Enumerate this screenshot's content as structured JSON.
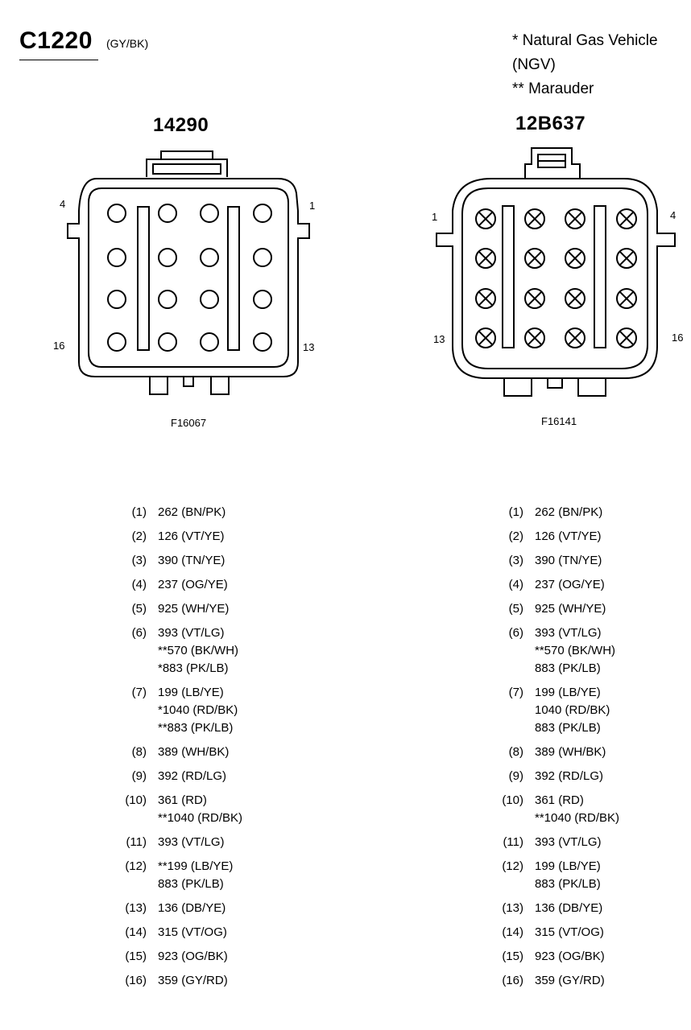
{
  "header": {
    "title": "C1220",
    "subtitle": "(GY/BK)",
    "notes": [
      "* Natural Gas Vehicle",
      "(NGV)",
      "** Marauder"
    ]
  },
  "left": {
    "part_number": "14290",
    "figure_id": "F16067",
    "pin_labels": {
      "top_left": "4",
      "top_right": "1",
      "bottom_left": "16",
      "bottom_right": "13"
    },
    "wires": [
      {
        "pin": "(1)",
        "lines": [
          "262 (BN/PK)"
        ]
      },
      {
        "pin": "(2)",
        "lines": [
          "126 (VT/YE)"
        ]
      },
      {
        "pin": "(3)",
        "lines": [
          "390 (TN/YE)"
        ]
      },
      {
        "pin": "(4)",
        "lines": [
          "237 (OG/YE)"
        ]
      },
      {
        "pin": "(5)",
        "lines": [
          "925 (WH/YE)"
        ]
      },
      {
        "pin": "(6)",
        "lines": [
          "393 (VT/LG)",
          "**570 (BK/WH)",
          "*883 (PK/LB)"
        ]
      },
      {
        "pin": "(7)",
        "lines": [
          "199 (LB/YE)",
          "*1040 (RD/BK)",
          "**883 (PK/LB)"
        ]
      },
      {
        "pin": "(8)",
        "lines": [
          "389 (WH/BK)"
        ]
      },
      {
        "pin": "(9)",
        "lines": [
          "392 (RD/LG)"
        ]
      },
      {
        "pin": "(10)",
        "lines": [
          "361 (RD)",
          "**1040 (RD/BK)"
        ]
      },
      {
        "pin": "(11)",
        "lines": [
          "393 (VT/LG)"
        ]
      },
      {
        "pin": "(12)",
        "lines": [
          "**199 (LB/YE)",
          "883 (PK/LB)"
        ]
      },
      {
        "pin": "(13)",
        "lines": [
          "136 (DB/YE)"
        ]
      },
      {
        "pin": "(14)",
        "lines": [
          "315 (VT/OG)"
        ]
      },
      {
        "pin": "(15)",
        "lines": [
          "923 (OG/BK)"
        ]
      },
      {
        "pin": "(16)",
        "lines": [
          "359 (GY/RD)"
        ]
      }
    ]
  },
  "right": {
    "part_number": "12B637",
    "figure_id": "F16141",
    "pin_labels": {
      "top_left": "1",
      "top_right": "4",
      "bottom_left": "13",
      "bottom_right": "16"
    },
    "wires": [
      {
        "pin": "(1)",
        "lines": [
          "262 (BN/PK)"
        ]
      },
      {
        "pin": "(2)",
        "lines": [
          "126 (VT/YE)"
        ]
      },
      {
        "pin": "(3)",
        "lines": [
          "390 (TN/YE)"
        ]
      },
      {
        "pin": "(4)",
        "lines": [
          "237 (OG/YE)"
        ]
      },
      {
        "pin": "(5)",
        "lines": [
          "925 (WH/YE)"
        ]
      },
      {
        "pin": "(6)",
        "lines": [
          "393 (VT/LG)",
          "**570 (BK/WH)",
          "883 (PK/LB)"
        ]
      },
      {
        "pin": "(7)",
        "lines": [
          "199 (LB/YE)",
          "1040 (RD/BK)",
          "883 (PK/LB)"
        ]
      },
      {
        "pin": "(8)",
        "lines": [
          "389 (WH/BK)"
        ]
      },
      {
        "pin": "(9)",
        "lines": [
          "392 (RD/LG)"
        ]
      },
      {
        "pin": "(10)",
        "lines": [
          "361 (RD)",
          "**1040 (RD/BK)"
        ]
      },
      {
        "pin": "(11)",
        "lines": [
          "393 (VT/LG)"
        ]
      },
      {
        "pin": "(12)",
        "lines": [
          "199 (LB/YE)",
          "883 (PK/LB)"
        ]
      },
      {
        "pin": "(13)",
        "lines": [
          "136 (DB/YE)"
        ]
      },
      {
        "pin": "(14)",
        "lines": [
          "315 (VT/OG)"
        ]
      },
      {
        "pin": "(15)",
        "lines": [
          "923 (OG/BK)"
        ]
      },
      {
        "pin": "(16)",
        "lines": [
          "359 (GY/RD)"
        ]
      }
    ]
  }
}
